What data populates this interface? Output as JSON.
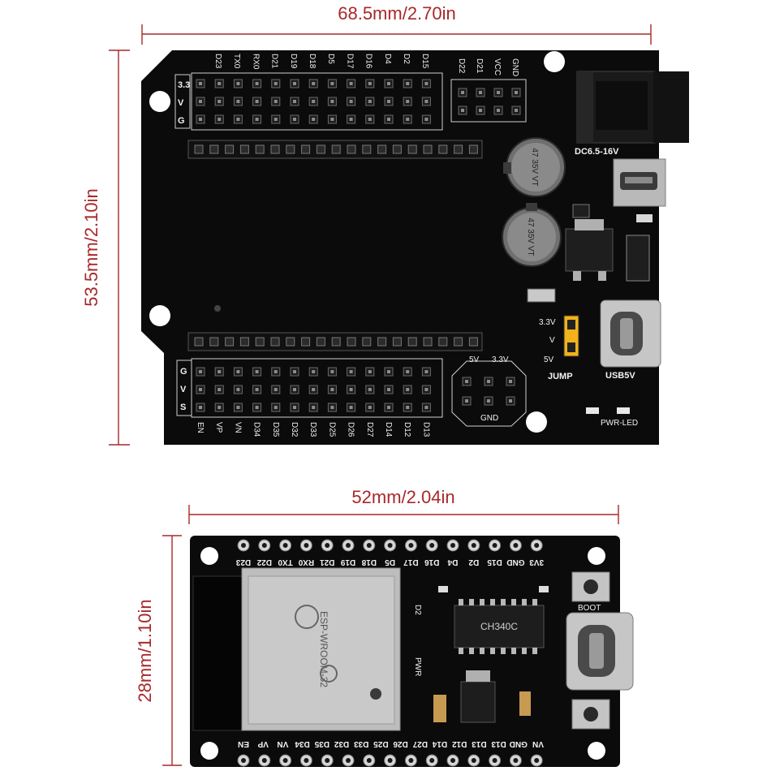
{
  "dimensions": {
    "shield_width": "68.5mm/2.70in",
    "shield_height": "53.5mm/2.10in",
    "devboard_width": "52mm/2.04in",
    "devboard_height": "28mm/1.10in"
  },
  "shield": {
    "top_pin_labels": [
      "D23",
      "TX0",
      "RX0",
      "D21",
      "D19",
      "D18",
      "D5",
      "D17",
      "D16",
      "D4",
      "D2",
      "D15"
    ],
    "aux_pin_labels": [
      "D22",
      "D21",
      "VCC",
      "GND"
    ],
    "bottom_pin_labels": [
      "EN",
      "VP",
      "VN",
      "D34",
      "D35",
      "D32",
      "D33",
      "D25",
      "D26",
      "D27",
      "D14",
      "D12",
      "D13"
    ],
    "row_labels_top": [
      "3.3",
      "V",
      "G"
    ],
    "row_labels_bottom": [
      "G",
      "V",
      "S"
    ],
    "power_jack_label": "DC6.5-16V",
    "usb_label": "USB5V",
    "jumper_label": "JUMP",
    "jumper_option_high": "3.3V",
    "jumper_option_mid": "V",
    "jumper_option_low": "5V",
    "bottom_right_labels": [
      "5V",
      "3.3V",
      "GND"
    ],
    "led_label": "PWR-LED",
    "cap_label_1": "47 35V VT",
    "cap_label_2": "47 35V VT"
  },
  "devboard": {
    "top_pin_labels": [
      "D23",
      "D22",
      "TX0",
      "RX0",
      "D21",
      "D19",
      "D18",
      "D5",
      "D17",
      "D16",
      "D4",
      "D2",
      "D15",
      "GND",
      "3V3"
    ],
    "bottom_pin_labels": [
      "EN",
      "VP",
      "VN",
      "D34",
      "D35",
      "D32",
      "D33",
      "D25",
      "D26",
      "D27",
      "D14",
      "D12",
      "D13",
      "D13",
      "GND",
      "VN"
    ],
    "module_label": "ESP-WROOM-32",
    "chip_label": "CH340C",
    "boot_label": "BOOT",
    "pwr_label": "PWR",
    "d2_label": "D2"
  }
}
